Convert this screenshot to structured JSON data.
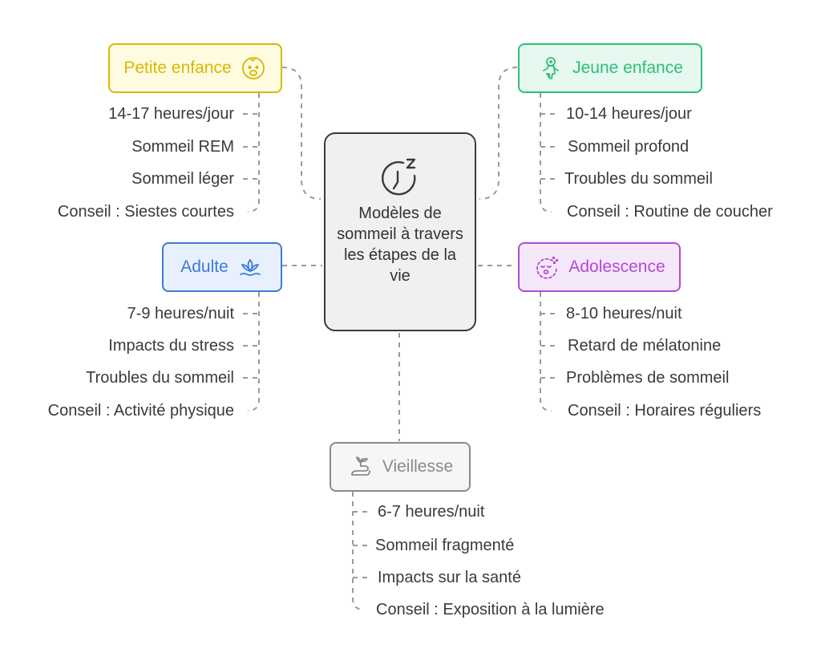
{
  "center": {
    "title": "Modèles de sommeil à travers les étapes de la vie",
    "icon": "sleep-clock-icon"
  },
  "stages": [
    {
      "id": "petite-enfance",
      "label": "Petite enfance",
      "icon": "baby-face-icon",
      "color": "#d9b800",
      "bg": "#fefbe0",
      "items": [
        "14-17 heures/jour",
        "Sommeil REM",
        "Sommeil léger",
        "Conseil : Siestes courtes"
      ]
    },
    {
      "id": "jeune-enfance",
      "label": "Jeune enfance",
      "icon": "child-icon",
      "color": "#2fbf7a",
      "bg": "#e6f8ef",
      "items": [
        "10-14 heures/jour",
        "Sommeil profond",
        "Troubles du sommeil",
        "Conseil : Routine de coucher"
      ]
    },
    {
      "id": "adulte",
      "label": "Adulte",
      "icon": "lotus-icon",
      "color": "#3b7bd9",
      "bg": "#e7f0fc",
      "items": [
        "7-9 heures/nuit",
        "Impacts du stress",
        "Troubles du sommeil",
        "Conseil : Activité physique"
      ]
    },
    {
      "id": "adolescence",
      "label": "Adolescence",
      "icon": "sleepy-face-icon",
      "color": "#b24ad6",
      "bg": "#f6e8fb",
      "items": [
        "8-10 heures/nuit",
        "Retard de mélatonine",
        "Problèmes de sommeil",
        "Conseil : Horaires réguliers"
      ]
    },
    {
      "id": "vieillesse",
      "label": "Vieillesse",
      "icon": "hand-sprout-icon",
      "color": "#8a8a8a",
      "bg": "#f6f6f6",
      "items": [
        "6-7 heures/nuit",
        "Sommeil fragmenté",
        "Impacts sur la santé",
        "Conseil : Exposition à la lumière"
      ]
    }
  ]
}
